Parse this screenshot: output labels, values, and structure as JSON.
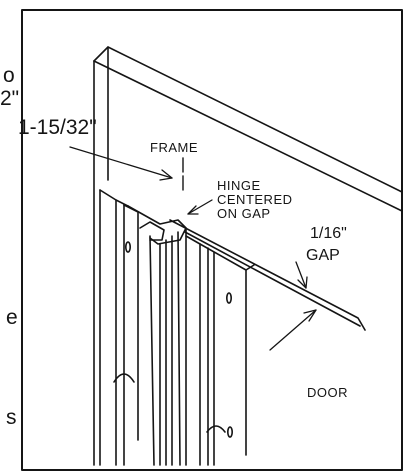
{
  "diagram": {
    "margin_fragments": {
      "top_partial_1": "o",
      "top_partial_2": "2\"",
      "middle_partial": "e",
      "bottom_partial": "s"
    },
    "labels": {
      "width_dimension": "1-15/32\"",
      "frame": "FRAME",
      "hinge_line_1": "HINGE",
      "hinge_line_2": "CENTERED",
      "hinge_line_3": "ON GAP",
      "gap_dimension": "1/16\"",
      "gap": "GAP",
      "door": "DOOR"
    },
    "colors": {
      "ink": "#151515",
      "paper": "#ffffff"
    }
  }
}
